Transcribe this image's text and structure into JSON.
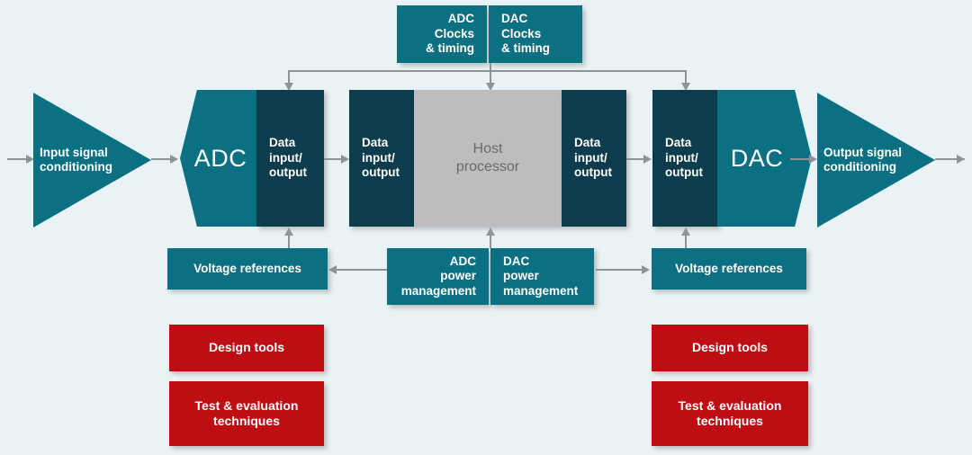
{
  "diagram": {
    "title": "Signal chain block diagram",
    "background_color": "#e9f3f5",
    "colors": {
      "teal": "#0a7082",
      "dark_teal": "#0d3c4d",
      "grey": "#bdbdbd",
      "red": "#be0d13",
      "connector": "#8d9496"
    }
  },
  "blocks": {
    "adc_clocks": "ADC\nClocks\n& timing",
    "dac_clocks": "DAC\nClocks\n& timing",
    "input_signal_conditioning": "Input signal\nconditioning",
    "adc": "ADC",
    "adc_data_io": "Data\ninput/\noutput",
    "host_data_io_left": "Data\ninput/\noutput",
    "host_processor": "Host\nprocessor",
    "host_data_io_right": "Data\ninput/\noutput",
    "dac_data_io": "Data\ninput/\noutput",
    "dac": "DAC",
    "output_signal_conditioning": "Output signal\nconditioning",
    "voltage_references_left": "Voltage references",
    "voltage_references_right": "Voltage references",
    "adc_power_management": "ADC\npower\nmanagement",
    "dac_power_management": "DAC\npower\nmanagement",
    "design_tools_left": "Design tools",
    "test_eval_left": "Test & evaluation\ntechniques",
    "design_tools_right": "Design tools",
    "test_eval_right": "Test & evaluation\ntechniques"
  }
}
